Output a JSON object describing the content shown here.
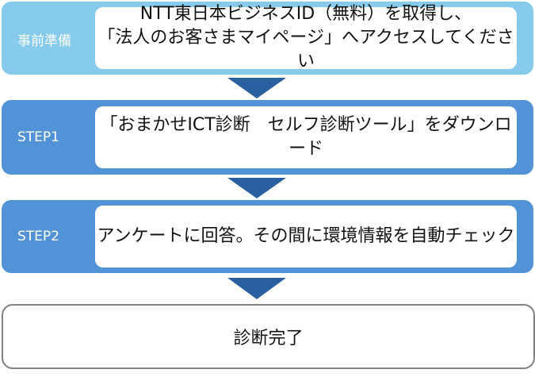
{
  "colors": {
    "prep_bg": "#86cbec",
    "step_bg": "#5293d8",
    "arrow": "#2a60a0",
    "final_border": "#808080"
  },
  "steps": [
    {
      "label": "事前準備",
      "lines": [
        "NTT東日本ビジネスID（無料）を取得し、",
        "「法人のお客さまマイページ」へアクセスしてください"
      ]
    },
    {
      "label": "STEP1",
      "lines": [
        "「おまかせICT診断　セルフ診断ツール」をダウンロード"
      ]
    },
    {
      "label": "STEP2",
      "lines": [
        "アンケートに回答。その間に環境情報を自動チェック"
      ]
    }
  ],
  "final": {
    "text": "診断完了"
  }
}
